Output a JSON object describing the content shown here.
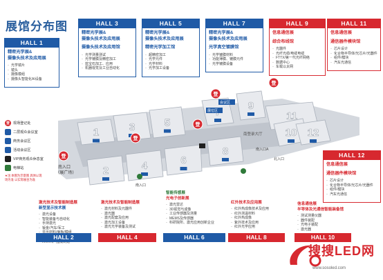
{
  "page_title": "展馆分布图",
  "colors": {
    "blue": "#1f5aa6",
    "red": "#d7282f",
    "green": "#2f7a3a",
    "floor": "#d4d8de",
    "hall_top": "#e8eaee"
  },
  "upper_halls": [
    {
      "id": "hall1",
      "title": "HALL 1",
      "color": "blue",
      "zones": [
        [
          "精密光学展&",
          "摄像头技术及应用展"
        ]
      ],
      "bullets": [
        [
          "光学镜片",
          "镜头",
          "摄像模组",
          "摄像头智能化AI设备"
        ]
      ]
    },
    {
      "id": "hall3",
      "title": "HALL 3",
      "color": "blue",
      "zones": [
        [
          "精密光学展&",
          "摄像头技术及应用展"
        ],
        [
          "摄像头技术及应用馆"
        ]
      ],
      "bullets": [
        [],
        [
          "光学测量测试",
          "光学镀膜及精密加工",
          "蓝宝石加工、应用",
          "机器视觉及工业自动化"
        ]
      ]
    },
    {
      "id": "hall5",
      "title": "HALL 5",
      "color": "blue",
      "zones": [
        [
          "精密光学展&",
          "摄像头技术及应用展"
        ],
        [
          "精密光学加工馆"
        ]
      ],
      "bullets": [
        [],
        [
          "超精密加工",
          "光学元件",
          "光学材料",
          "光学加工设备"
        ]
      ]
    },
    {
      "id": "hall7",
      "title": "HALL 7",
      "color": "blue",
      "zones": [
        [
          "精密光学展&",
          "摄像头技术及应用展"
        ],
        [
          "光学真空镀膜馆"
        ]
      ],
      "bullets": [
        [],
        [
          "光学镀膜材料",
          "功能薄膜、镀膜元件",
          "光学镀膜设备"
        ]
      ]
    },
    {
      "id": "hall9",
      "title": "HALL 9",
      "color": "red",
      "zones": [
        [
          "信息通信展"
        ],
        [
          "综合布线馆"
        ]
      ],
      "bullets": [
        [],
        [
          "光器件",
          "光纤光缆/电缆电缆",
          "FTTX/第一代光纤网络",
          "数据中心",
          "车载以太网"
        ]
      ]
    },
    {
      "id": "hall11",
      "title": "HALL 11",
      "color": "red",
      "zones": [
        [
          "信息通信展"
        ],
        [
          "通信器件模块馆"
        ]
      ],
      "bullets": [
        [],
        [
          "芯片设计",
          "化合物半导体/光芯片/光器件",
          "组件/模块",
          "汽车光通信"
        ]
      ]
    }
  ],
  "hall12": {
    "title": "HALL 12",
    "zones": [
      [
        "信息通信展"
      ],
      [
        "通信器件模块馆"
      ]
    ],
    "bullets": [
      [],
      [
        "芯片设计",
        "化合物半导体/光芯片/光器件",
        "组件/模块",
        "汽车光通信"
      ]
    ]
  },
  "lower_halls": [
    {
      "id": "hall2",
      "title": "HALL 2",
      "footcolor": "blue",
      "zones": [
        {
          "text": "激光技术及智能制造展",
          "c": "red"
        },
        {
          "text": "新型显示技术展",
          "c": "blue"
        }
      ],
      "bullets": [
        "激光设备",
        "智能装备与自动化",
        "手持激光",
        "钣金/汽车/军工",
        "显示材料/面板/模组",
        "显示制造装备",
        "AR/VR产品及制造"
      ]
    },
    {
      "id": "hall4",
      "title": "HALL 4",
      "footcolor": "red",
      "zones": [
        {
          "text": "激光技术及智能制造展",
          "c": "red"
        }
      ],
      "bullets": [
        "激光材料及元器件",
        "激光器",
        "激光配套及应用",
        "激光加工设备",
        "激光光学装备及测试"
      ]
    },
    {
      "id": "hall6",
      "title": "HALL 6",
      "footcolor": "blue",
      "zones": [
        {
          "text": "智能传感展",
          "c": "green"
        },
        {
          "text": "光电子创新展",
          "c": "red"
        }
      ],
      "bullets": [
        "激光雷达",
        "3D视觉与成像",
        "工业传感器及测量",
        "MEMS及传感器",
        "科研院所、激光应用创新企业"
      ]
    },
    {
      "id": "hall8",
      "title": "HALL 8",
      "footcolor": "red",
      "zones": [
        {
          "text": "红外技术及应用展",
          "c": "red"
        }
      ],
      "bullets": [
        "红外热成像技术及应用",
        "红外测温材料",
        "红外热成像",
        "紫外技术及应用",
        "红外光学应用"
      ]
    },
    {
      "id": "hall10",
      "title": "HALL 10",
      "footcolor": "red",
      "zones": [
        {
          "text": "信息通信展",
          "c": "red"
        },
        {
          "text": "半导体及光通信智能装备馆",
          "c": "red"
        }
      ],
      "bullets": [
        "测试测量仪器",
        "器件装配",
        "光电子装配",
        "激光器"
      ]
    }
  ],
  "legend": [
    {
      "label": "现场登记处",
      "icon": "登",
      "color": "#d7282f"
    },
    {
      "label": "二层观众会议室",
      "icon": "",
      "color": "#1f5aa6"
    },
    {
      "label": "商务会议区",
      "icon": "",
      "color": "#1f5aa6"
    },
    {
      "label": "活动会议区",
      "icon": "",
      "color": "#1f5aa6"
    },
    {
      "label": "VIP商务观众休息室",
      "icon": "",
      "color": "#1f1f1f"
    },
    {
      "label": "电梯站",
      "icon": "",
      "color": "#2f7a3a"
    }
  ],
  "legend_note": "★注:本图为示意图 具体以现场为准 以实际展台为准",
  "map": {
    "hall_numbers": [
      "1",
      "2",
      "3",
      "4",
      "5",
      "6",
      "7",
      "8",
      "9",
      "10",
      "11",
      "12"
    ],
    "entrances": [
      "南入口",
      "(展广场)",
      "南入口",
      "南入口A",
      "北入口"
    ],
    "corridor_label": "南登录大厅",
    "badge_registration": "登",
    "hall_signs": [
      "展位区",
      "会议区"
    ]
  },
  "watermark": {
    "brand": "搜搜LED网",
    "url": "www.sosoled.com"
  }
}
